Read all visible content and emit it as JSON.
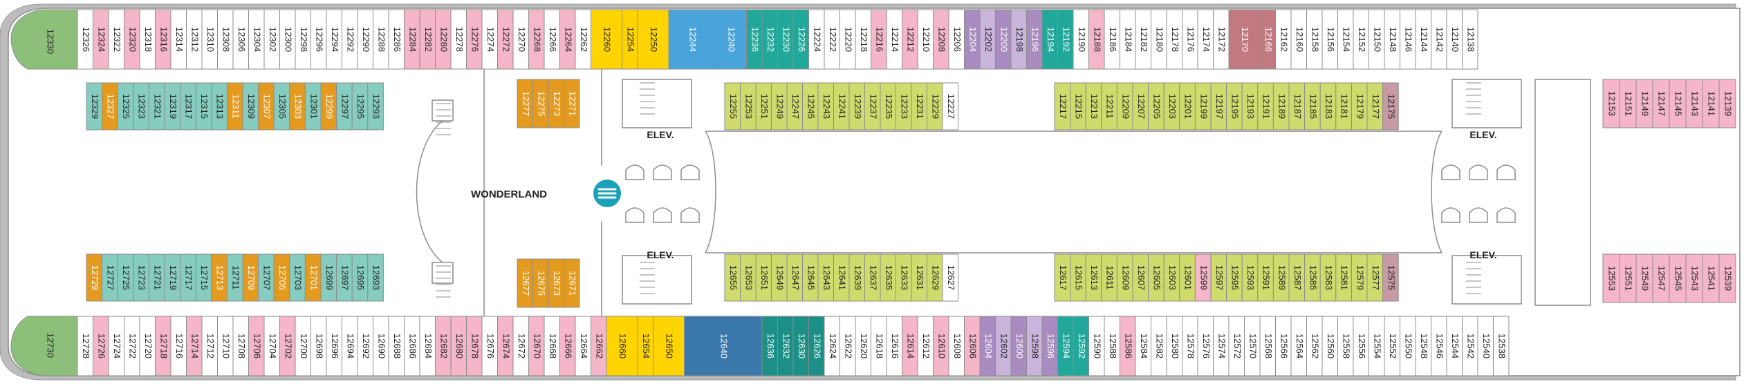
{
  "colors": {
    "hull": "#bcbcbc",
    "hull_stroke": "#9a9a9a",
    "deck_fill": "#ffffff",
    "outline": "#8c8c8c",
    "standard": "#ffffff",
    "pink": "#f4b6c8",
    "rose": "#c27a80",
    "mauve": "#c89aa6",
    "purple": "#a88cc0",
    "lightpurple": "#c9b5db",
    "teal": "#22a89a",
    "tealdark": "#1c8f86",
    "aqua": "#86cdbf",
    "lime": "#cfdc6d",
    "orange": "#e39a1e",
    "yellow": "#ffd400",
    "blue": "#49a4dc",
    "navy": "#3a78ab",
    "bow": "#8cc07a",
    "wonderland_icon": "#1aa0b8"
  },
  "labels": {
    "elevator": "ELEV.",
    "venue": "WONDERLAND"
  },
  "rows": {
    "top_outer": [
      {
        "n": "12326",
        "c": "standard"
      },
      {
        "n": "12324",
        "c": "pink"
      },
      {
        "n": "12322",
        "c": "standard"
      },
      {
        "n": "12320",
        "c": "pink"
      },
      {
        "n": "12318",
        "c": "standard"
      },
      {
        "n": "12316",
        "c": "pink"
      },
      {
        "n": "12314",
        "c": "standard"
      },
      {
        "n": "12312",
        "c": "standard"
      },
      {
        "n": "12310",
        "c": "standard"
      },
      {
        "n": "12308",
        "c": "standard"
      },
      {
        "n": "12306",
        "c": "standard"
      },
      {
        "n": "12304",
        "c": "standard"
      },
      {
        "n": "12302",
        "c": "standard"
      },
      {
        "n": "12300",
        "c": "standard"
      },
      {
        "n": "12298",
        "c": "standard"
      },
      {
        "n": "12296",
        "c": "standard"
      },
      {
        "n": "12294",
        "c": "standard"
      },
      {
        "n": "12292",
        "c": "standard"
      },
      {
        "n": "12290",
        "c": "standard"
      },
      {
        "n": "12288",
        "c": "standard"
      },
      {
        "n": "12286",
        "c": "standard"
      },
      {
        "n": "12284",
        "c": "pink"
      },
      {
        "n": "12282",
        "c": "pink"
      },
      {
        "n": "12280",
        "c": "pink"
      },
      {
        "n": "12278",
        "c": "standard"
      },
      {
        "n": "12276",
        "c": "pink"
      },
      {
        "n": "12274",
        "c": "standard"
      },
      {
        "n": "12272",
        "c": "pink"
      },
      {
        "n": "12270",
        "c": "standard"
      },
      {
        "n": "12268",
        "c": "pink"
      },
      {
        "n": "12266",
        "c": "standard"
      },
      {
        "n": "12264",
        "c": "pink"
      },
      {
        "n": "12262",
        "c": "standard"
      },
      {
        "n": "12260",
        "c": "yellow",
        "w": 2
      },
      {
        "n": "12254",
        "c": "yellow"
      },
      {
        "n": "12250",
        "c": "yellow",
        "w": 2
      },
      {
        "n": "12244",
        "c": "blue",
        "w": 3
      },
      {
        "n": "12240",
        "c": "blue",
        "w": 2
      },
      {
        "n": "12236",
        "c": "teal"
      },
      {
        "n": "12232",
        "c": "teal"
      },
      {
        "n": "12230",
        "c": "teal"
      },
      {
        "n": "12226",
        "c": "teal"
      },
      {
        "n": "12224",
        "c": "standard"
      },
      {
        "n": "12222",
        "c": "standard"
      },
      {
        "n": "12220",
        "c": "standard"
      },
      {
        "n": "12218",
        "c": "standard"
      },
      {
        "n": "12216",
        "c": "pink"
      },
      {
        "n": "12214",
        "c": "standard"
      },
      {
        "n": "12212",
        "c": "pink"
      },
      {
        "n": "12210",
        "c": "standard"
      },
      {
        "n": "12208",
        "c": "pink"
      },
      {
        "n": "12206",
        "c": "standard"
      },
      {
        "n": "12204",
        "c": "purple"
      },
      {
        "n": "12202",
        "c": "lightpurple"
      },
      {
        "n": "12200",
        "c": "purple"
      },
      {
        "n": "12198",
        "c": "lightpurple"
      },
      {
        "n": "12196",
        "c": "purple"
      },
      {
        "n": "12194",
        "c": "teal"
      },
      {
        "n": "12192",
        "c": "teal"
      },
      {
        "n": "12190",
        "c": "standard"
      },
      {
        "n": "12188",
        "c": "pink"
      },
      {
        "n": "12186",
        "c": "standard"
      },
      {
        "n": "12184",
        "c": "standard"
      },
      {
        "n": "12182",
        "c": "standard"
      },
      {
        "n": "12180",
        "c": "standard"
      },
      {
        "n": "12178",
        "c": "standard"
      },
      {
        "n": "12176",
        "c": "standard"
      },
      {
        "n": "12174",
        "c": "standard"
      },
      {
        "n": "12172",
        "c": "standard"
      },
      {
        "n": "12170",
        "c": "rose",
        "w": 2
      },
      {
        "n": "12166",
        "c": "rose"
      },
      {
        "n": "12162",
        "c": "standard"
      },
      {
        "n": "12160",
        "c": "standard"
      },
      {
        "n": "12158",
        "c": "standard"
      },
      {
        "n": "12156",
        "c": "standard"
      },
      {
        "n": "12154",
        "c": "standard"
      },
      {
        "n": "12152",
        "c": "standard"
      },
      {
        "n": "12150",
        "c": "standard"
      },
      {
        "n": "12148",
        "c": "standard"
      },
      {
        "n": "12146",
        "c": "standard"
      },
      {
        "n": "12144",
        "c": "standard"
      },
      {
        "n": "12142",
        "c": "standard"
      },
      {
        "n": "12140",
        "c": "standard"
      },
      {
        "n": "12138",
        "c": "standard"
      }
    ],
    "top_inner_aft": [
      {
        "n": "12329",
        "c": "aqua"
      },
      {
        "n": "12327",
        "c": "orange"
      },
      {
        "n": "12325",
        "c": "aqua"
      },
      {
        "n": "12323",
        "c": "aqua"
      },
      {
        "n": "12321",
        "c": "aqua"
      },
      {
        "n": "12319",
        "c": "aqua"
      },
      {
        "n": "12317",
        "c": "aqua"
      },
      {
        "n": "12315",
        "c": "aqua"
      },
      {
        "n": "12313",
        "c": "aqua"
      },
      {
        "n": "12311",
        "c": "orange"
      },
      {
        "n": "12309",
        "c": "aqua"
      },
      {
        "n": "12307",
        "c": "orange"
      },
      {
        "n": "12305",
        "c": "aqua"
      },
      {
        "n": "12303",
        "c": "orange"
      },
      {
        "n": "12301",
        "c": "aqua"
      },
      {
        "n": "12299",
        "c": "orange"
      },
      {
        "n": "12297",
        "c": "aqua"
      },
      {
        "n": "12295",
        "c": "aqua"
      },
      {
        "n": "12293",
        "c": "aqua"
      }
    ],
    "top_center_orange": [
      {
        "n": "12277"
      },
      {
        "n": "12275"
      },
      {
        "n": "12273"
      },
      {
        "n": "12271"
      }
    ],
    "top_inner_mid": [
      {
        "n": "12255",
        "c": "lime"
      },
      {
        "n": "12253",
        "c": "lime"
      },
      {
        "n": "12251",
        "c": "lime"
      },
      {
        "n": "12249",
        "c": "lime"
      },
      {
        "n": "12247",
        "c": "lime"
      },
      {
        "n": "12245",
        "c": "lime"
      },
      {
        "n": "12243",
        "c": "lime"
      },
      {
        "n": "12241",
        "c": "lime"
      },
      {
        "n": "12239",
        "c": "lime"
      },
      {
        "n": "12237",
        "c": "lime"
      },
      {
        "n": "12235",
        "c": "lime"
      },
      {
        "n": "12233",
        "c": "lime"
      },
      {
        "n": "12231",
        "c": "lime"
      },
      {
        "n": "12229",
        "c": "lime"
      },
      {
        "n": "12227",
        "c": "standard"
      }
    ],
    "top_inner_fwd": [
      {
        "n": "12217",
        "c": "lime"
      },
      {
        "n": "12215",
        "c": "lime"
      },
      {
        "n": "12213",
        "c": "lime"
      },
      {
        "n": "12211",
        "c": "lime"
      },
      {
        "n": "12209",
        "c": "lime"
      },
      {
        "n": "12207",
        "c": "lime"
      },
      {
        "n": "12205",
        "c": "lime"
      },
      {
        "n": "12203",
        "c": "lime"
      },
      {
        "n": "12201",
        "c": "lime"
      },
      {
        "n": "12199",
        "c": "lime"
      },
      {
        "n": "12197",
        "c": "lime"
      },
      {
        "n": "12195",
        "c": "lime"
      },
      {
        "n": "12193",
        "c": "lime"
      },
      {
        "n": "12191",
        "c": "lime"
      },
      {
        "n": "12189",
        "c": "lime"
      },
      {
        "n": "12187",
        "c": "lime"
      },
      {
        "n": "12185",
        "c": "lime"
      },
      {
        "n": "12183",
        "c": "lime"
      },
      {
        "n": "12181",
        "c": "lime"
      },
      {
        "n": "12179",
        "c": "lime"
      },
      {
        "n": "12177",
        "c": "lime"
      },
      {
        "n": "12175",
        "c": "mauve"
      }
    ],
    "top_forward_pink": [
      {
        "n": "12153"
      },
      {
        "n": "12151"
      },
      {
        "n": "12149"
      },
      {
        "n": "12147"
      },
      {
        "n": "12145"
      },
      {
        "n": "12143"
      },
      {
        "n": "12141"
      },
      {
        "n": "12139"
      }
    ],
    "bottom_inner_aft": [
      {
        "n": "12729",
        "c": "orange"
      },
      {
        "n": "12727",
        "c": "aqua"
      },
      {
        "n": "12725",
        "c": "aqua"
      },
      {
        "n": "12723",
        "c": "aqua"
      },
      {
        "n": "12721",
        "c": "aqua"
      },
      {
        "n": "12719",
        "c": "aqua"
      },
      {
        "n": "12717",
        "c": "aqua"
      },
      {
        "n": "12715",
        "c": "aqua"
      },
      {
        "n": "12713",
        "c": "orange"
      },
      {
        "n": "12711",
        "c": "aqua"
      },
      {
        "n": "12709",
        "c": "orange"
      },
      {
        "n": "12707",
        "c": "aqua"
      },
      {
        "n": "12705",
        "c": "orange"
      },
      {
        "n": "12703",
        "c": "aqua"
      },
      {
        "n": "12701",
        "c": "orange"
      },
      {
        "n": "12699",
        "c": "aqua"
      },
      {
        "n": "12697",
        "c": "aqua"
      },
      {
        "n": "12695",
        "c": "aqua"
      },
      {
        "n": "12693",
        "c": "aqua"
      }
    ],
    "bottom_center_orange": [
      {
        "n": "12677"
      },
      {
        "n": "12675"
      },
      {
        "n": "12673"
      },
      {
        "n": "12671"
      }
    ],
    "bottom_inner_mid": [
      {
        "n": "12655",
        "c": "lime"
      },
      {
        "n": "12653",
        "c": "lime"
      },
      {
        "n": "12651",
        "c": "lime"
      },
      {
        "n": "12649",
        "c": "lime"
      },
      {
        "n": "12647",
        "c": "lime"
      },
      {
        "n": "12645",
        "c": "lime"
      },
      {
        "n": "12643",
        "c": "lime"
      },
      {
        "n": "12641",
        "c": "lime"
      },
      {
        "n": "12639",
        "c": "lime"
      },
      {
        "n": "12637",
        "c": "lime"
      },
      {
        "n": "12635",
        "c": "lime"
      },
      {
        "n": "12633",
        "c": "lime"
      },
      {
        "n": "12631",
        "c": "lime"
      },
      {
        "n": "12629",
        "c": "lime"
      },
      {
        "n": "12627",
        "c": "standard"
      }
    ],
    "bottom_inner_fwd": [
      {
        "n": "12617",
        "c": "lime"
      },
      {
        "n": "12615",
        "c": "lime"
      },
      {
        "n": "12613",
        "c": "lime"
      },
      {
        "n": "12611",
        "c": "lime"
      },
      {
        "n": "12609",
        "c": "lime"
      },
      {
        "n": "12607",
        "c": "lime"
      },
      {
        "n": "12605",
        "c": "lime"
      },
      {
        "n": "12603",
        "c": "lime"
      },
      {
        "n": "12601",
        "c": "lime"
      },
      {
        "n": "12599",
        "c": "pink"
      },
      {
        "n": "12597",
        "c": "lime"
      },
      {
        "n": "12595",
        "c": "lime"
      },
      {
        "n": "12593",
        "c": "lime"
      },
      {
        "n": "12591",
        "c": "lime"
      },
      {
        "n": "12589",
        "c": "lime"
      },
      {
        "n": "12587",
        "c": "lime"
      },
      {
        "n": "12585",
        "c": "lime"
      },
      {
        "n": "12583",
        "c": "lime"
      },
      {
        "n": "12581",
        "c": "lime"
      },
      {
        "n": "12579",
        "c": "lime"
      },
      {
        "n": "12577",
        "c": "lime"
      },
      {
        "n": "12575",
        "c": "mauve"
      }
    ],
    "bottom_forward_pink": [
      {
        "n": "12553"
      },
      {
        "n": "12551"
      },
      {
        "n": "12549"
      },
      {
        "n": "12547"
      },
      {
        "n": "12545"
      },
      {
        "n": "12543"
      },
      {
        "n": "12541"
      },
      {
        "n": "12539"
      }
    ],
    "bottom_outer": [
      {
        "n": "12728",
        "c": "standard"
      },
      {
        "n": "12726",
        "c": "pink"
      },
      {
        "n": "12724",
        "c": "standard"
      },
      {
        "n": "12722",
        "c": "standard"
      },
      {
        "n": "12720",
        "c": "standard"
      },
      {
        "n": "12718",
        "c": "pink"
      },
      {
        "n": "12716",
        "c": "standard"
      },
      {
        "n": "12714",
        "c": "pink"
      },
      {
        "n": "12712",
        "c": "standard"
      },
      {
        "n": "12710",
        "c": "standard"
      },
      {
        "n": "12708",
        "c": "standard"
      },
      {
        "n": "12706",
        "c": "pink"
      },
      {
        "n": "12704",
        "c": "standard"
      },
      {
        "n": "12702",
        "c": "pink"
      },
      {
        "n": "12700",
        "c": "standard"
      },
      {
        "n": "12698",
        "c": "standard"
      },
      {
        "n": "12696",
        "c": "standard"
      },
      {
        "n": "12694",
        "c": "standard"
      },
      {
        "n": "12692",
        "c": "standard"
      },
      {
        "n": "12690",
        "c": "standard"
      },
      {
        "n": "12688",
        "c": "standard"
      },
      {
        "n": "12686",
        "c": "standard"
      },
      {
        "n": "12684",
        "c": "standard"
      },
      {
        "n": "12682",
        "c": "pink"
      },
      {
        "n": "12680",
        "c": "pink"
      },
      {
        "n": "12678",
        "c": "pink"
      },
      {
        "n": "12676",
        "c": "standard"
      },
      {
        "n": "12674",
        "c": "pink"
      },
      {
        "n": "12672",
        "c": "standard"
      },
      {
        "n": "12670",
        "c": "pink"
      },
      {
        "n": "12668",
        "c": "standard"
      },
      {
        "n": "12666",
        "c": "pink"
      },
      {
        "n": "12664",
        "c": "standard"
      },
      {
        "n": "12662",
        "c": "pink"
      },
      {
        "n": "12660",
        "c": "yellow",
        "w": 2
      },
      {
        "n": "12654",
        "c": "yellow"
      },
      {
        "n": "12650",
        "c": "yellow",
        "w": 2
      },
      {
        "n": "12640",
        "c": "navy",
        "w": 5
      },
      {
        "n": "12636",
        "c": "tealdark"
      },
      {
        "n": "12632",
        "c": "tealdark"
      },
      {
        "n": "12630",
        "c": "tealdark"
      },
      {
        "n": "12626",
        "c": "tealdark"
      },
      {
        "n": "12624",
        "c": "standard"
      },
      {
        "n": "12622",
        "c": "standard"
      },
      {
        "n": "12620",
        "c": "standard"
      },
      {
        "n": "12618",
        "c": "standard"
      },
      {
        "n": "12616",
        "c": "standard"
      },
      {
        "n": "12614",
        "c": "pink"
      },
      {
        "n": "12612",
        "c": "standard"
      },
      {
        "n": "12610",
        "c": "pink"
      },
      {
        "n": "12608",
        "c": "standard"
      },
      {
        "n": "12606",
        "c": "pink"
      },
      {
        "n": "12604",
        "c": "purple"
      },
      {
        "n": "12602",
        "c": "lightpurple"
      },
      {
        "n": "12600",
        "c": "purple"
      },
      {
        "n": "12598",
        "c": "lightpurple"
      },
      {
        "n": "12596",
        "c": "purple"
      },
      {
        "n": "12594",
        "c": "teal"
      },
      {
        "n": "12592",
        "c": "teal"
      },
      {
        "n": "12590",
        "c": "standard"
      },
      {
        "n": "12588",
        "c": "standard"
      },
      {
        "n": "12586",
        "c": "pink"
      },
      {
        "n": "12584",
        "c": "standard"
      },
      {
        "n": "12582",
        "c": "standard"
      },
      {
        "n": "12580",
        "c": "standard"
      },
      {
        "n": "12578",
        "c": "standard"
      },
      {
        "n": "12576",
        "c": "standard"
      },
      {
        "n": "12574",
        "c": "standard"
      },
      {
        "n": "12572",
        "c": "standard"
      },
      {
        "n": "12570",
        "c": "standard"
      },
      {
        "n": "12568",
        "c": "standard"
      },
      {
        "n": "12566",
        "c": "standard"
      },
      {
        "n": "12564",
        "c": "standard"
      },
      {
        "n": "12562",
        "c": "standard"
      },
      {
        "n": "12560",
        "c": "standard"
      },
      {
        "n": "12558",
        "c": "standard"
      },
      {
        "n": "12556",
        "c": "standard"
      },
      {
        "n": "12554",
        "c": "standard"
      },
      {
        "n": "12552",
        "c": "standard"
      },
      {
        "n": "12550",
        "c": "standard"
      },
      {
        "n": "12548",
        "c": "standard"
      },
      {
        "n": "12546",
        "c": "standard"
      },
      {
        "n": "12544",
        "c": "standard"
      },
      {
        "n": "12542",
        "c": "standard"
      },
      {
        "n": "12540",
        "c": "standard"
      },
      {
        "n": "12538",
        "c": "standard"
      }
    ],
    "bow_top": {
      "n": "12330"
    },
    "bow_bottom": {
      "n": "12730"
    }
  }
}
